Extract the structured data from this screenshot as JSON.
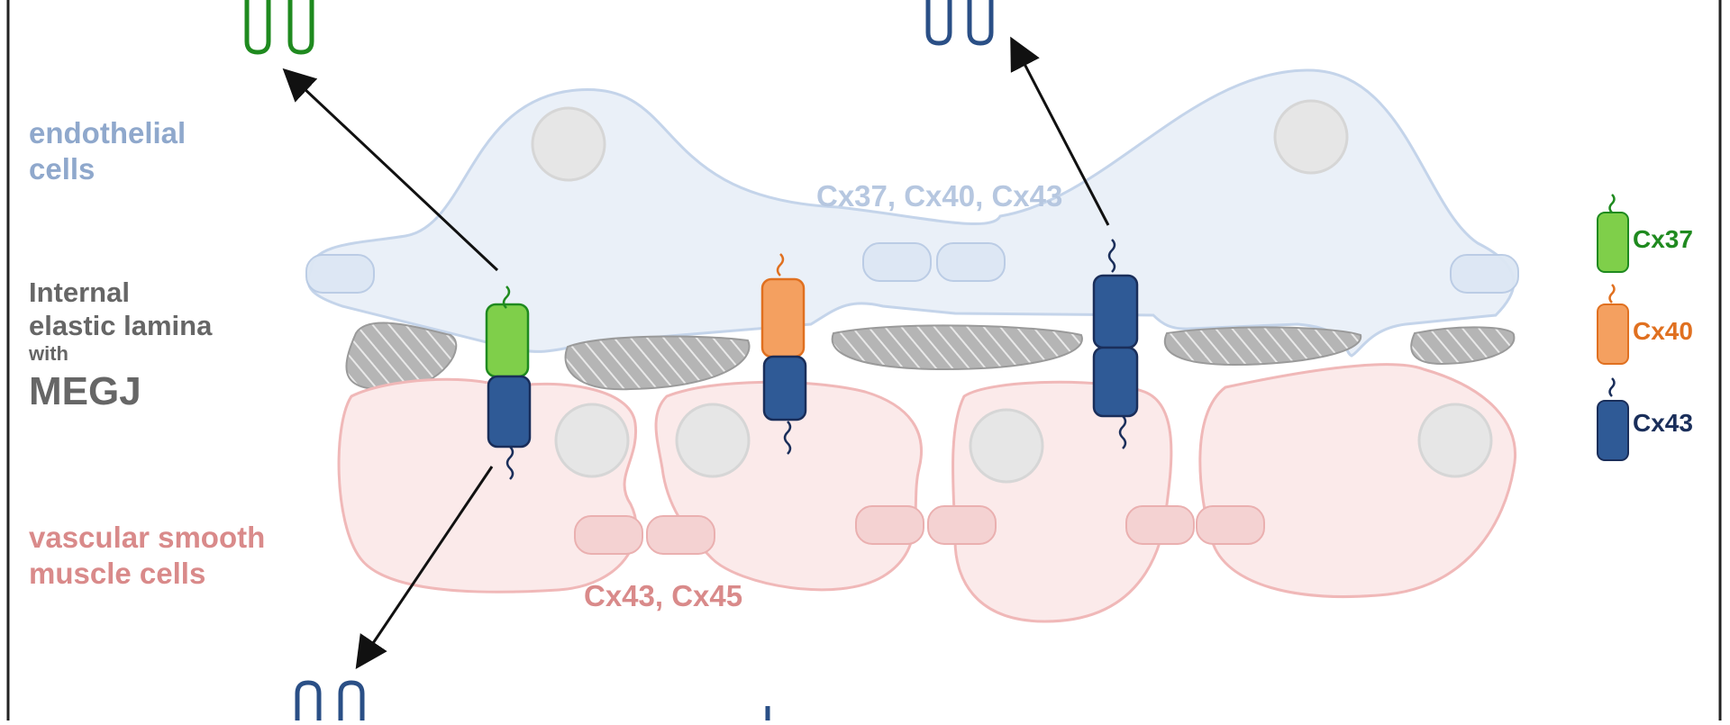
{
  "labels": {
    "endothelial": "endothelial\ncells",
    "iel_line1": "Internal",
    "iel_line2": "elastic lamina",
    "iel_with": "with",
    "iel_megj": "MEGJ",
    "vsmc": "vascular smooth\nmuscle cells",
    "endo_connexins": "Cx37, Cx40, Cx43",
    "vsmc_connexins": "Cx43, Cx45"
  },
  "legend": [
    {
      "label": "Cx37",
      "color": "#1f8a1f",
      "fill": "#7fcf4a"
    },
    {
      "label": "Cx40",
      "color": "#e07020",
      "fill": "#f4a060"
    },
    {
      "label": "Cx43",
      "color": "#1a2e5a",
      "fill": "#2f5a96"
    }
  ],
  "colors": {
    "endothelial_fill": "#eaf0f8",
    "endothelial_stroke": "#c4d4ea",
    "vsmc_fill": "#fbeaea",
    "vsmc_stroke": "#f0b8b8",
    "lamina": "#aaaaaa",
    "nucleus": "#e6e6e6"
  }
}
